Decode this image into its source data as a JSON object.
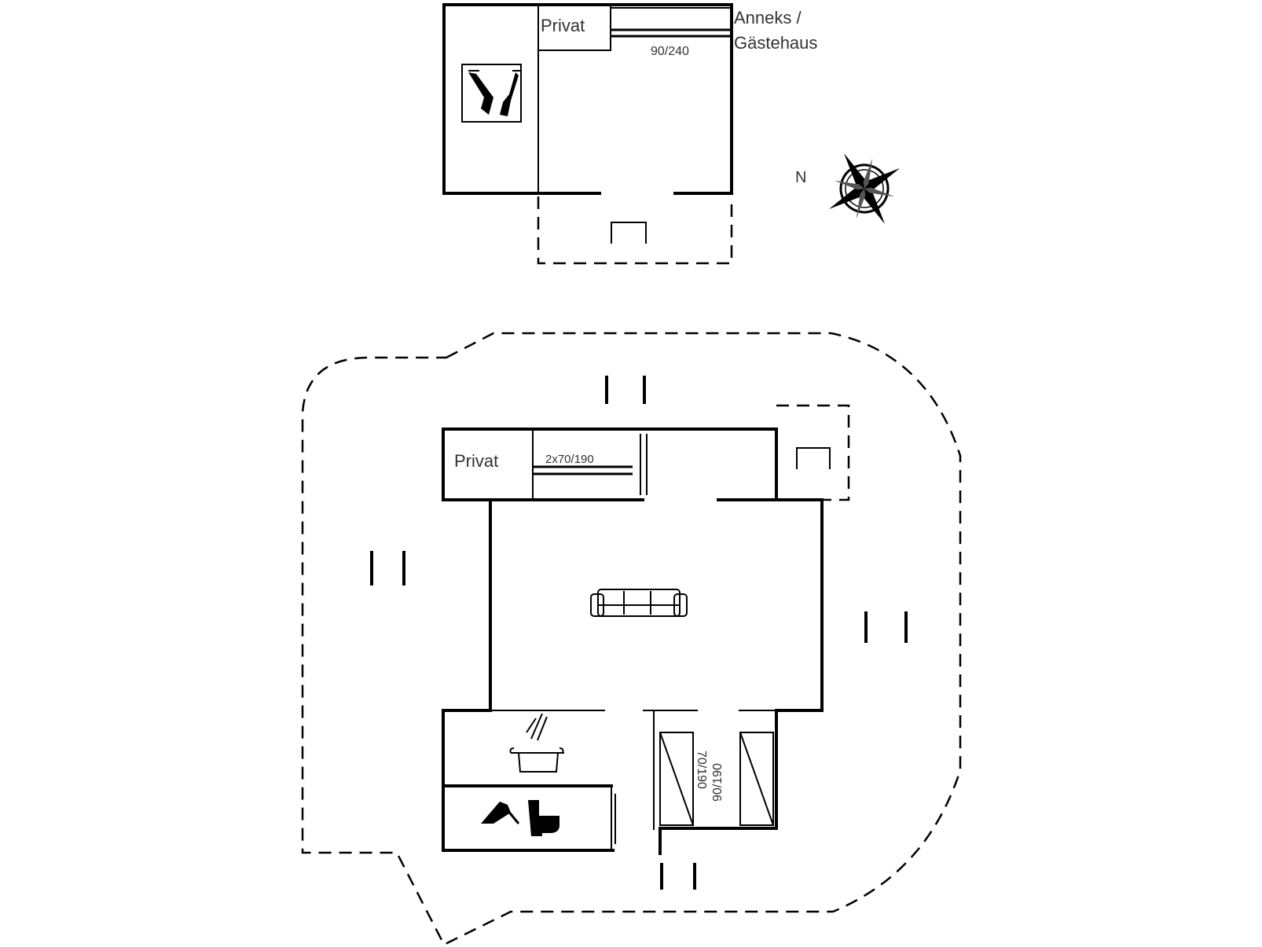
{
  "annex": {
    "label_line1": "Anneks /",
    "label_line2": "Gästehaus",
    "private_label": "Privat",
    "bed_size": "90/240"
  },
  "compass": {
    "north_label": "N"
  },
  "main_house": {
    "private_label": "Privat",
    "bed_size": "2x70/190",
    "bunk_bed_1": "70/190",
    "bunk_bed_2": "90/190"
  }
}
